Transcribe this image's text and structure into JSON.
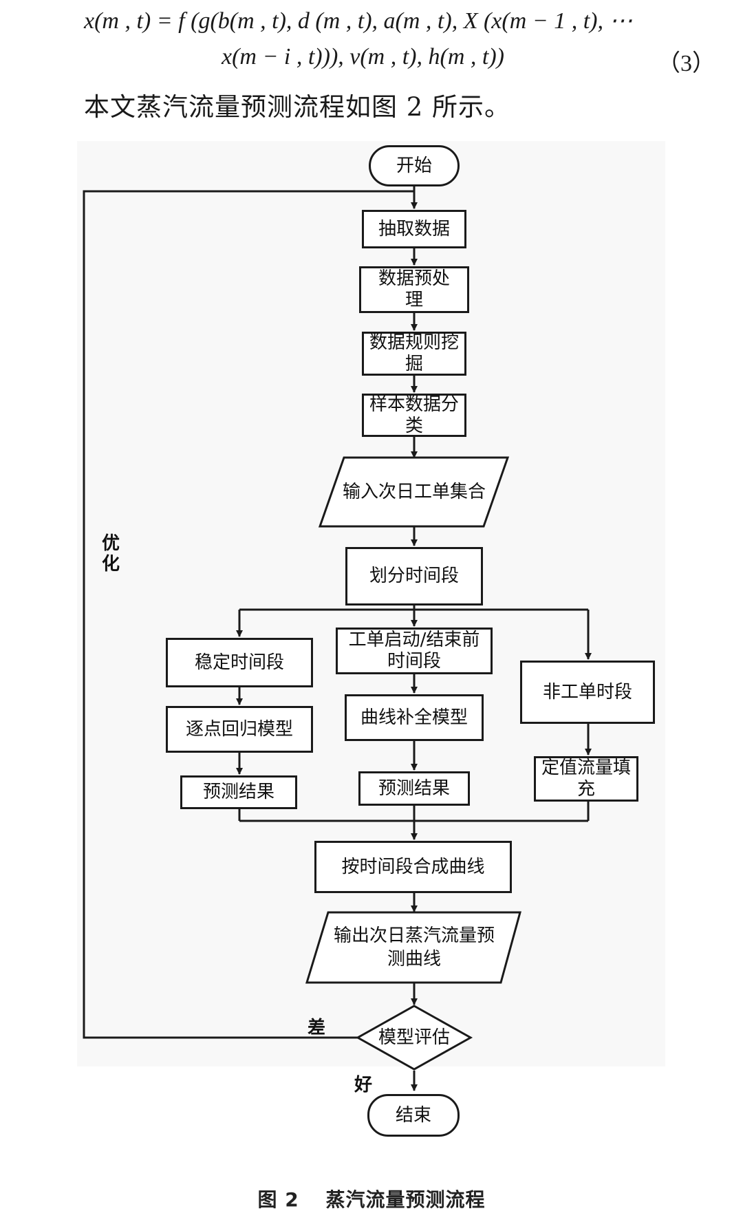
{
  "formula": {
    "line1": "x(m , t) = f (g(b(m , t), d (m , t), a(m , t), X (x(m − 1 , t), ⋯",
    "line2": "x(m − i , t))), v(m , t), h(m , t))",
    "number": "（3）"
  },
  "paragraph": "本文蒸汽流量预测流程如图 2 所示。",
  "flow": {
    "start": "开始",
    "extract": "抽取数据",
    "preprocess": [
      "数据预处",
      "理"
    ],
    "rule_mining": [
      "数据规则挖",
      "掘"
    ],
    "classify": [
      "样本数据分",
      "类"
    ],
    "input": "输入次日工单集合",
    "split": "划分时间段",
    "stable_period": "稳定时间段",
    "start_end_period": [
      "工单启动/结束前",
      "时间段"
    ],
    "non_order_period": "非工单时段",
    "point_regression": "逐点回归模型",
    "curve_completion": "曲线补全模型",
    "fixed_fill": [
      "定值流量填",
      "充"
    ],
    "result_left": "预测结果",
    "result_mid": "预测结果",
    "merge": "按时间段合成曲线",
    "output": [
      "输出次日蒸汽流量预",
      "测曲线"
    ],
    "evaluate": "模型评估",
    "end": "结束",
    "label_optimize": [
      "优",
      "化"
    ],
    "label_bad": "差",
    "label_good": "好"
  },
  "caption": {
    "figure_no": "图 2",
    "title": "蒸汽流量预测流程"
  }
}
